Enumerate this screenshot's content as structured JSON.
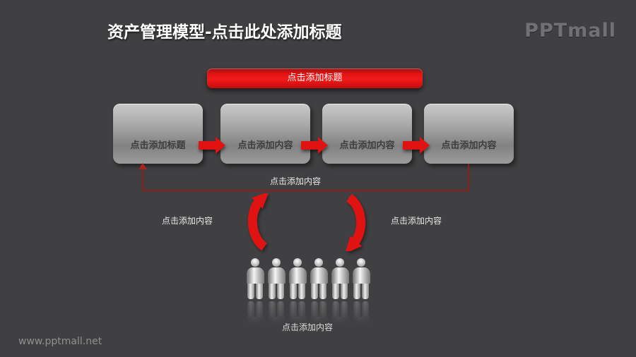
{
  "slide": {
    "title": "资产管理模型-点击此处添加标题",
    "logo": "PPTmall",
    "watermark": "www.pptmall.net",
    "colors": {
      "background": "#404042",
      "accent_red": "#e11212",
      "connector_red": "#8c1e1e",
      "box_gray_top": "#c9c9c9",
      "box_gray_bottom": "#9b9b9b",
      "box_text": "#3e3e3e",
      "light_text": "#e8e8e8"
    }
  },
  "banner": {
    "label": "点击添加标题"
  },
  "flow_boxes": [
    {
      "label": "点击添加标题"
    },
    {
      "label": "点击添加内容"
    },
    {
      "label": "点击添加内容"
    },
    {
      "label": "点击添加内容"
    }
  ],
  "feedback_loop": {
    "label": "点击添加内容"
  },
  "cycle": {
    "left_label": "点击添加内容",
    "right_label": "点击添加内容"
  },
  "people_group": {
    "count": 6,
    "label": "点击添加内容"
  }
}
